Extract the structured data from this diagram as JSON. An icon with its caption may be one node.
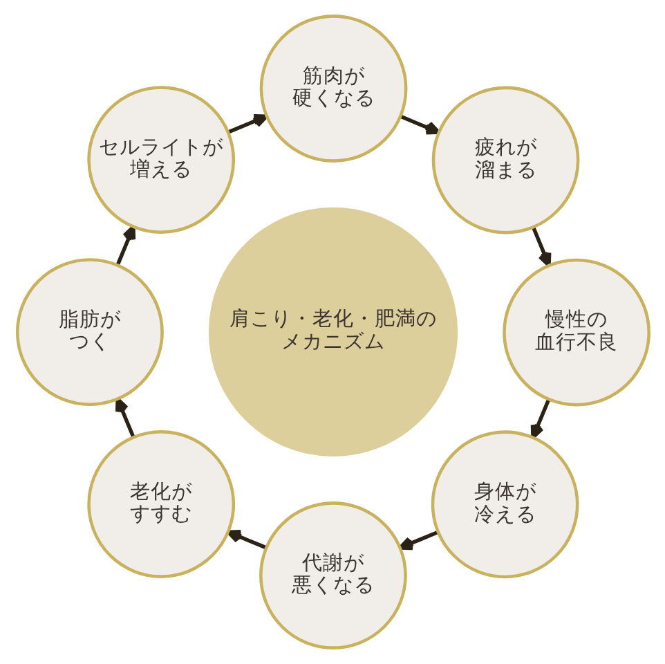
{
  "diagram": {
    "nodes": [
      {
        "text": [
          "肩こり・老化・肥満のメカニズム"
        ]
      },
      {
        "text": [
          "筋肉が硬くなる"
        ]
      },
      {
        "text": [
          "疲れが溜まる"
        ]
      },
      {
        "text": [
          "慢性の血行不良"
        ]
      },
      {
        "text": [
          "身体が冷える"
        ]
      },
      {
        "text": [
          "代謝が悪くなる"
        ]
      },
      {
        "text": [
          "老化がすすむ"
        ]
      },
      {
        "text": [
          "脂肪がつく"
        ]
      },
      {
        "text": [
          "セルライトが増える"
        ]
      }
    ],
    "edges": [
      {
        "from": 1,
        "to": 2,
        "arrow": "to"
      },
      {
        "from": 2,
        "to": 3,
        "arrow": "to"
      },
      {
        "from": 3,
        "to": 4,
        "arrow": "to"
      },
      {
        "from": 4,
        "to": 5,
        "arrow": "to"
      },
      {
        "from": 5,
        "to": 6,
        "arrow": "to"
      },
      {
        "from": 6,
        "to": 7,
        "arrow": "to"
      },
      {
        "from": 7,
        "to": 8,
        "arrow": "to"
      },
      {
        "from": 8,
        "to": 1,
        "arrow": "to"
      }
    ]
  }
}
